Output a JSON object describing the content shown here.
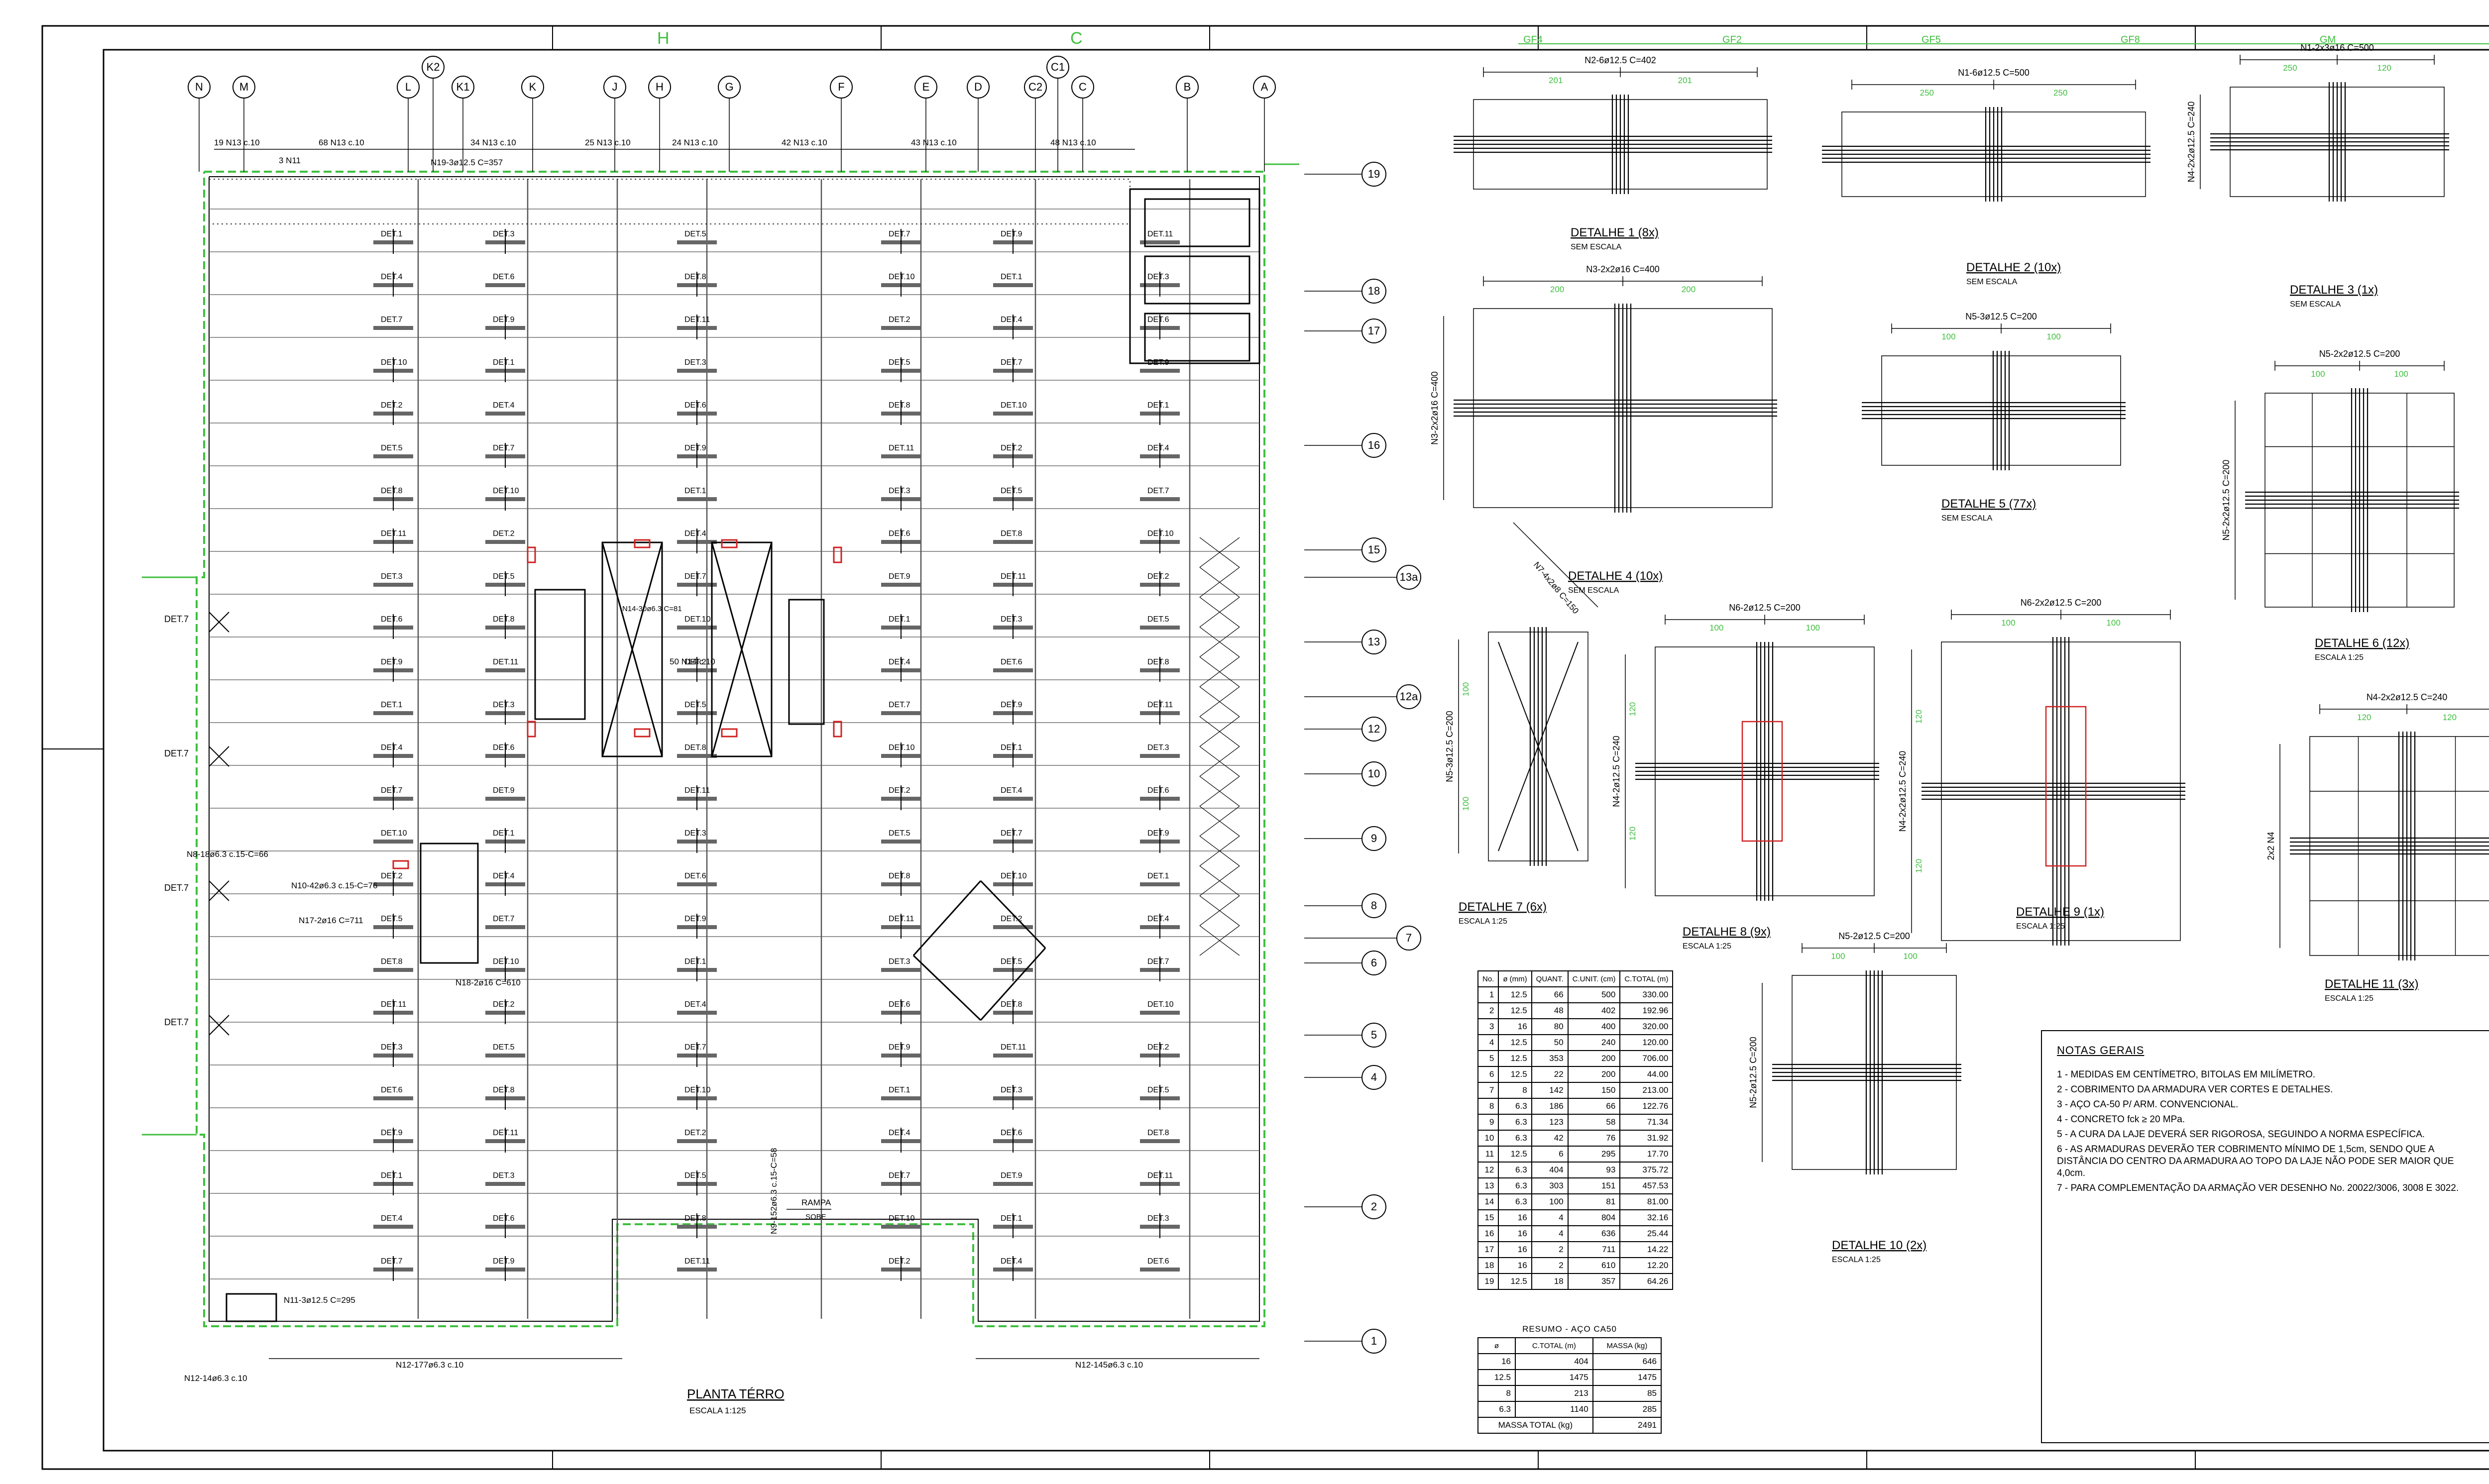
{
  "frame": {
    "top_zones": [
      "H",
      "C"
    ],
    "right_tabs": [
      "GF4",
      "GF2",
      "GF5",
      "GF8",
      "GM"
    ]
  },
  "plan": {
    "title": "PLANTA TÉRRO",
    "scale": "ESCALA 1:125",
    "ramp_label": "RAMPA",
    "ramp_sub": "SOBE",
    "col_axes": [
      "N",
      "M",
      "L",
      "K2",
      "K1",
      "K",
      "J",
      "H",
      "G",
      "F",
      "E",
      "D",
      "C2",
      "C1",
      "C",
      "B",
      "A"
    ],
    "row_axes": [
      "19",
      "18",
      "17",
      "16",
      "15",
      "13a",
      "13",
      "12a",
      "12",
      "10",
      "9",
      "8",
      "7",
      "6",
      "5",
      "4",
      "2",
      "1"
    ],
    "top_dims": [
      "19 N13 c.10",
      "3 N11",
      "68 N13 c.10",
      "34 N13 c.10",
      "N19-3ø12.5 C=357",
      "25 N13 c.10",
      "24 N13 c.10",
      "42 N13 c.10",
      "43 N13 c.10",
      "48 N13 c.10"
    ],
    "bottom_dims": [
      "N12-177ø6.3 c.10",
      "N12-145ø6.3 c.10",
      "N12-14ø6.3 c.10",
      "N11-3ø12.5 C=295"
    ],
    "callouts": [
      "N8-18ø6.3 c.15-C=66",
      "N10-42ø6.3 c.15-C=76",
      "N17-2ø16 C=711",
      "N18-2ø16 C=610",
      "N14-30ø6.3 C=81",
      "50 N14 c.10",
      "N9-152ø6.3 c.15-C=58"
    ],
    "det_labels": [
      "DET.1",
      "DET.2",
      "DET.3",
      "DET.4",
      "DET.5",
      "DET.6",
      "DET.7",
      "DET.8",
      "DET.9",
      "DET.10",
      "DET.11"
    ]
  },
  "details": [
    {
      "name": "DETALHE 1 (8x)",
      "scale": "SEM ESCALA",
      "bar": "N2-6ø12.5 C=402",
      "dims": [
        "201",
        "201"
      ]
    },
    {
      "name": "DETALHE 2 (10x)",
      "scale": "SEM ESCALA",
      "bar": "N1-6ø12.5 C=500",
      "dims": [
        "250",
        "250"
      ]
    },
    {
      "name": "DETALHE 3 (1x)",
      "scale": "SEM ESCALA",
      "bar": "N1-2x3ø16 C=500",
      "side": "N4-2x2ø12.5 C=240",
      "dims": [
        "250",
        "120"
      ]
    },
    {
      "name": "DETALHE 4 (10x)",
      "scale": "SEM ESCALA",
      "bar": "N3-2x2ø16 C=400",
      "side": "N3-2x2ø16 C=400",
      "dims": [
        "200",
        "200"
      ],
      "diag": "N7-4x2ø8 C=150"
    },
    {
      "name": "DETALHE 5 (77x)",
      "scale": "SEM ESCALA",
      "bar": "N5-3ø12.5 C=200",
      "dims": [
        "100",
        "100"
      ]
    },
    {
      "name": "DETALHE 6 (12x)",
      "scale": "ESCALA 1:25",
      "bar": "N5-2x2ø12.5 C=200",
      "side": "N5-2x2ø12.5 C=200",
      "dims": [
        "100",
        "100"
      ]
    },
    {
      "name": "DETALHE 7 (6x)",
      "scale": "ESCALA 1:25",
      "side": "N5-3ø12.5 C=200",
      "dims": [
        "100",
        "100"
      ]
    },
    {
      "name": "DETALHE 8 (9x)",
      "scale": "ESCALA 1:25",
      "bar": "N6-2ø12.5 C=200",
      "side": "N4-2ø12.5 C=240",
      "dims": [
        "100",
        "100",
        "120",
        "120"
      ]
    },
    {
      "name": "DETALHE 9 (1x)",
      "scale": "ESCALA 1:25",
      "bar": "N6-2x2ø12.5 C=200",
      "side": "N4-2x2ø12.5 C=240",
      "dims": [
        "100",
        "100",
        "120",
        "120"
      ]
    },
    {
      "name": "DETALHE 10 (2x)",
      "scale": "ESCALA 1:25",
      "bar": "N5-2ø12.5 C=200",
      "side": "N5-2ø12.5 C=200",
      "dims": [
        "100",
        "100"
      ]
    },
    {
      "name": "DETALHE 11 (3x)",
      "scale": "ESCALA 1:25",
      "bar": "N4-2x2ø12.5 C=240",
      "side": "2x2 N4",
      "dims": [
        "120",
        "120"
      ]
    }
  ],
  "steel_table": {
    "headers": [
      "No.",
      "ø (mm)",
      "QUANT.",
      "C.UNIT. (cm)",
      "C.TOTAL (m)"
    ],
    "rows": [
      [
        "1",
        "12.5",
        "66",
        "500",
        "330.00"
      ],
      [
        "2",
        "12.5",
        "48",
        "402",
        "192.96"
      ],
      [
        "3",
        "16",
        "80",
        "400",
        "320.00"
      ],
      [
        "4",
        "12.5",
        "50",
        "240",
        "120.00"
      ],
      [
        "5",
        "12.5",
        "353",
        "200",
        "706.00"
      ],
      [
        "6",
        "12.5",
        "22",
        "200",
        "44.00"
      ],
      [
        "7",
        "8",
        "142",
        "150",
        "213.00"
      ],
      [
        "8",
        "6.3",
        "186",
        "66",
        "122.76"
      ],
      [
        "9",
        "6.3",
        "123",
        "58",
        "71.34"
      ],
      [
        "10",
        "6.3",
        "42",
        "76",
        "31.92"
      ],
      [
        "11",
        "12.5",
        "6",
        "295",
        "17.70"
      ],
      [
        "12",
        "6.3",
        "404",
        "93",
        "375.72"
      ],
      [
        "13",
        "6.3",
        "303",
        "151",
        "457.53"
      ],
      [
        "14",
        "6.3",
        "100",
        "81",
        "81.00"
      ],
      [
        "15",
        "16",
        "4",
        "804",
        "32.16"
      ],
      [
        "16",
        "16",
        "4",
        "636",
        "25.44"
      ],
      [
        "17",
        "16",
        "2",
        "711",
        "14.22"
      ],
      [
        "18",
        "16",
        "2",
        "610",
        "12.20"
      ],
      [
        "19",
        "12.5",
        "18",
        "357",
        "64.26"
      ]
    ]
  },
  "summary_table": {
    "title": "RESUMO - AÇO CA50",
    "headers": [
      "ø",
      "C.TOTAL (m)",
      "MASSA (kg)"
    ],
    "rows": [
      [
        "16",
        "404",
        "646"
      ],
      [
        "12.5",
        "1475",
        "1475"
      ],
      [
        "8",
        "213",
        "85"
      ],
      [
        "6.3",
        "1140",
        "285"
      ]
    ],
    "total_label": "MASSA TOTAL (kg)",
    "total_value": "2491"
  },
  "notes": {
    "title": "NOTAS GERAIS",
    "items": [
      "1 - MEDIDAS EM CENTÍMETRO, BITOLAS EM MILÍMETRO.",
      "2 - COBRIMENTO DA ARMADURA VER CORTES E DETALHES.",
      "3 - AÇO CA-50 P/ ARM. CONVENCIONAL.",
      "4 - CONCRETO fck ≥ 20 MPa.",
      "5 - A CURA DA LAJE DEVERÁ SER RIGOROSA, SEGUINDO A NORMA ESPECÍFICA.",
      "6 - AS ARMADURAS DEVERÃO TER COBRIMENTO MÍNIMO DE 1,5cm, SENDO QUE A DISTÂNCIA DO CENTRO DA ARMADURA AO TOPO DA LAJE NÃO PODE SER MAIOR QUE 4,0cm.",
      "7 - PARA COMPLEMENTAÇÃO DA ARMAÇÃO VER DESENHO No. 20022/3006, 3008 E 3022."
    ]
  },
  "colors": {
    "line": "#000000",
    "green": "#3fbf3f",
    "red": "#d02020",
    "grid": "#555555"
  }
}
